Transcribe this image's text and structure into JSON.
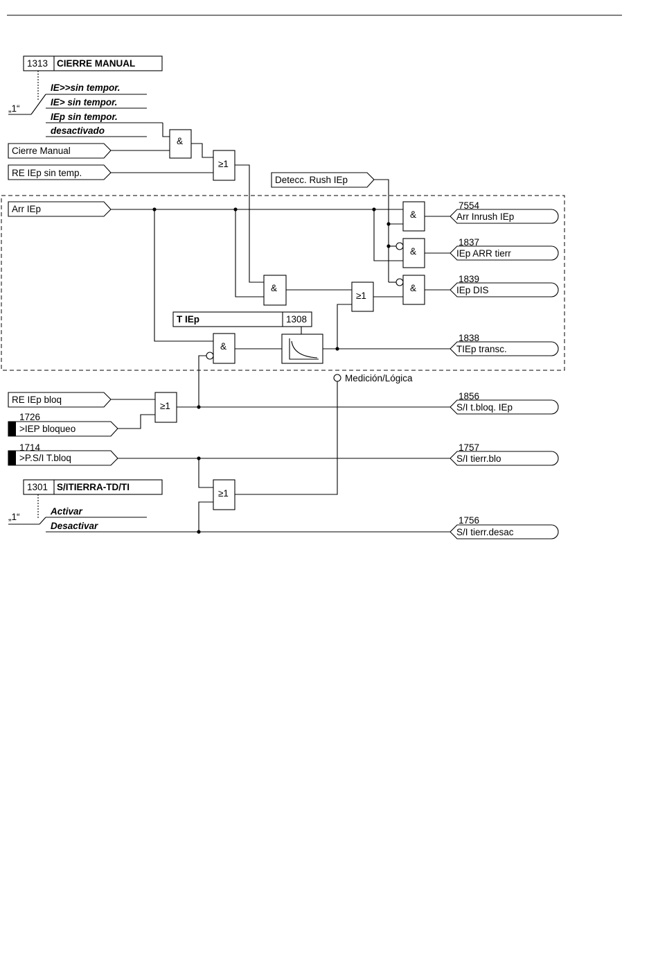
{
  "settings": {
    "manual_close": {
      "addr": "1313",
      "name": "CIERRE MANUAL",
      "default": "„1“",
      "options": [
        "IE>>sin tempor.",
        "IE> sin tempor.",
        "IEp sin tempor.",
        "desactivado"
      ]
    },
    "earth_oc": {
      "addr": "1301",
      "name": "S/ITIERRA-TD/TI",
      "default": "„1“",
      "options": [
        "Activar",
        "Desactivar"
      ]
    },
    "time_iep": {
      "addr": "1308",
      "name": "T IEp"
    }
  },
  "inputs": {
    "cierre_manual": "Cierre Manual",
    "re_iep_sin_temp": "RE IEp sin temp.",
    "detecc_rush": "Detecc. Rush IEp",
    "arr_iep": "Arr IEp",
    "re_iep_bloq": "RE IEp bloq",
    "iep_bloqueo": {
      "addr": "1726",
      "label": ">IEP bloqueo"
    },
    "psi_tbloq": {
      "addr": "1714",
      "label": ">P.S/I T.bloq"
    }
  },
  "outputs": {
    "arr_inrush": {
      "addr": "7554",
      "label": "Arr Inrush IEp"
    },
    "iep_arr_tierr": {
      "addr": "1837",
      "label": "IEp ARR tierr"
    },
    "iep_dis": {
      "addr": "1839",
      "label": "IEp DIS"
    },
    "tiep_transc": {
      "addr": "1838",
      "label": "TIEp transc."
    },
    "si_tbloq_iep": {
      "addr": "1856",
      "label": "S/I t.bloq. IEp"
    },
    "si_tierr_blo": {
      "addr": "1757",
      "label": "S/I tierr.blo"
    },
    "si_tierr_desac": {
      "addr": "1756",
      "label": "S/I tierr.desac"
    }
  },
  "gates": {
    "and": "&",
    "or": "≥1"
  },
  "medicion": "Medición/Lógica"
}
